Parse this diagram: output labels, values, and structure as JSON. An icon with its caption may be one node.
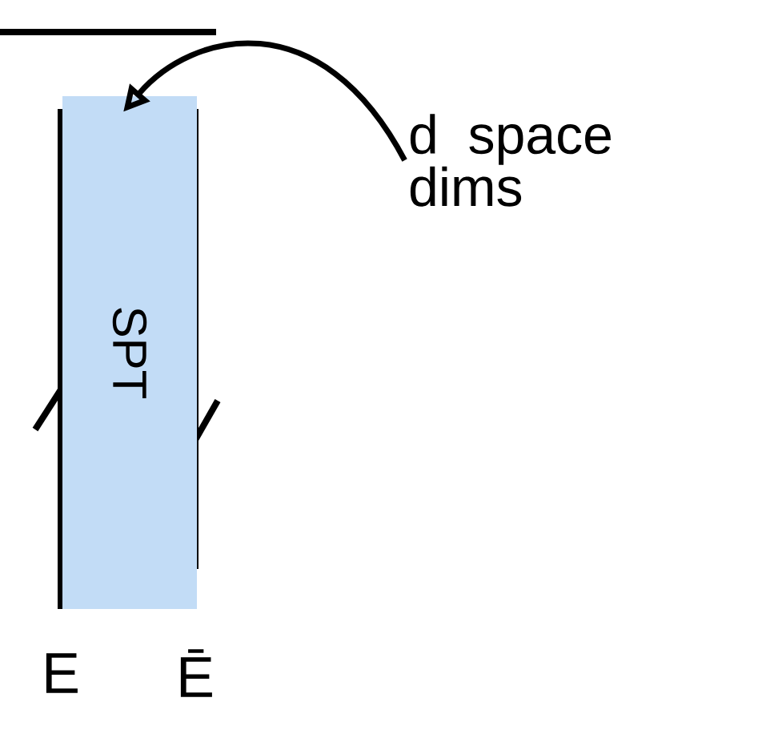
{
  "diagram": {
    "nodes": [
      {
        "text": [
          "SPT"
        ]
      },
      {
        "text": [
          "d space dims"
        ]
      }
    ],
    "edges": [
      {
        "from": 1,
        "to": 0,
        "arrow": "to"
      }
    ],
    "labels": [
      "E",
      "Ē"
    ]
  }
}
